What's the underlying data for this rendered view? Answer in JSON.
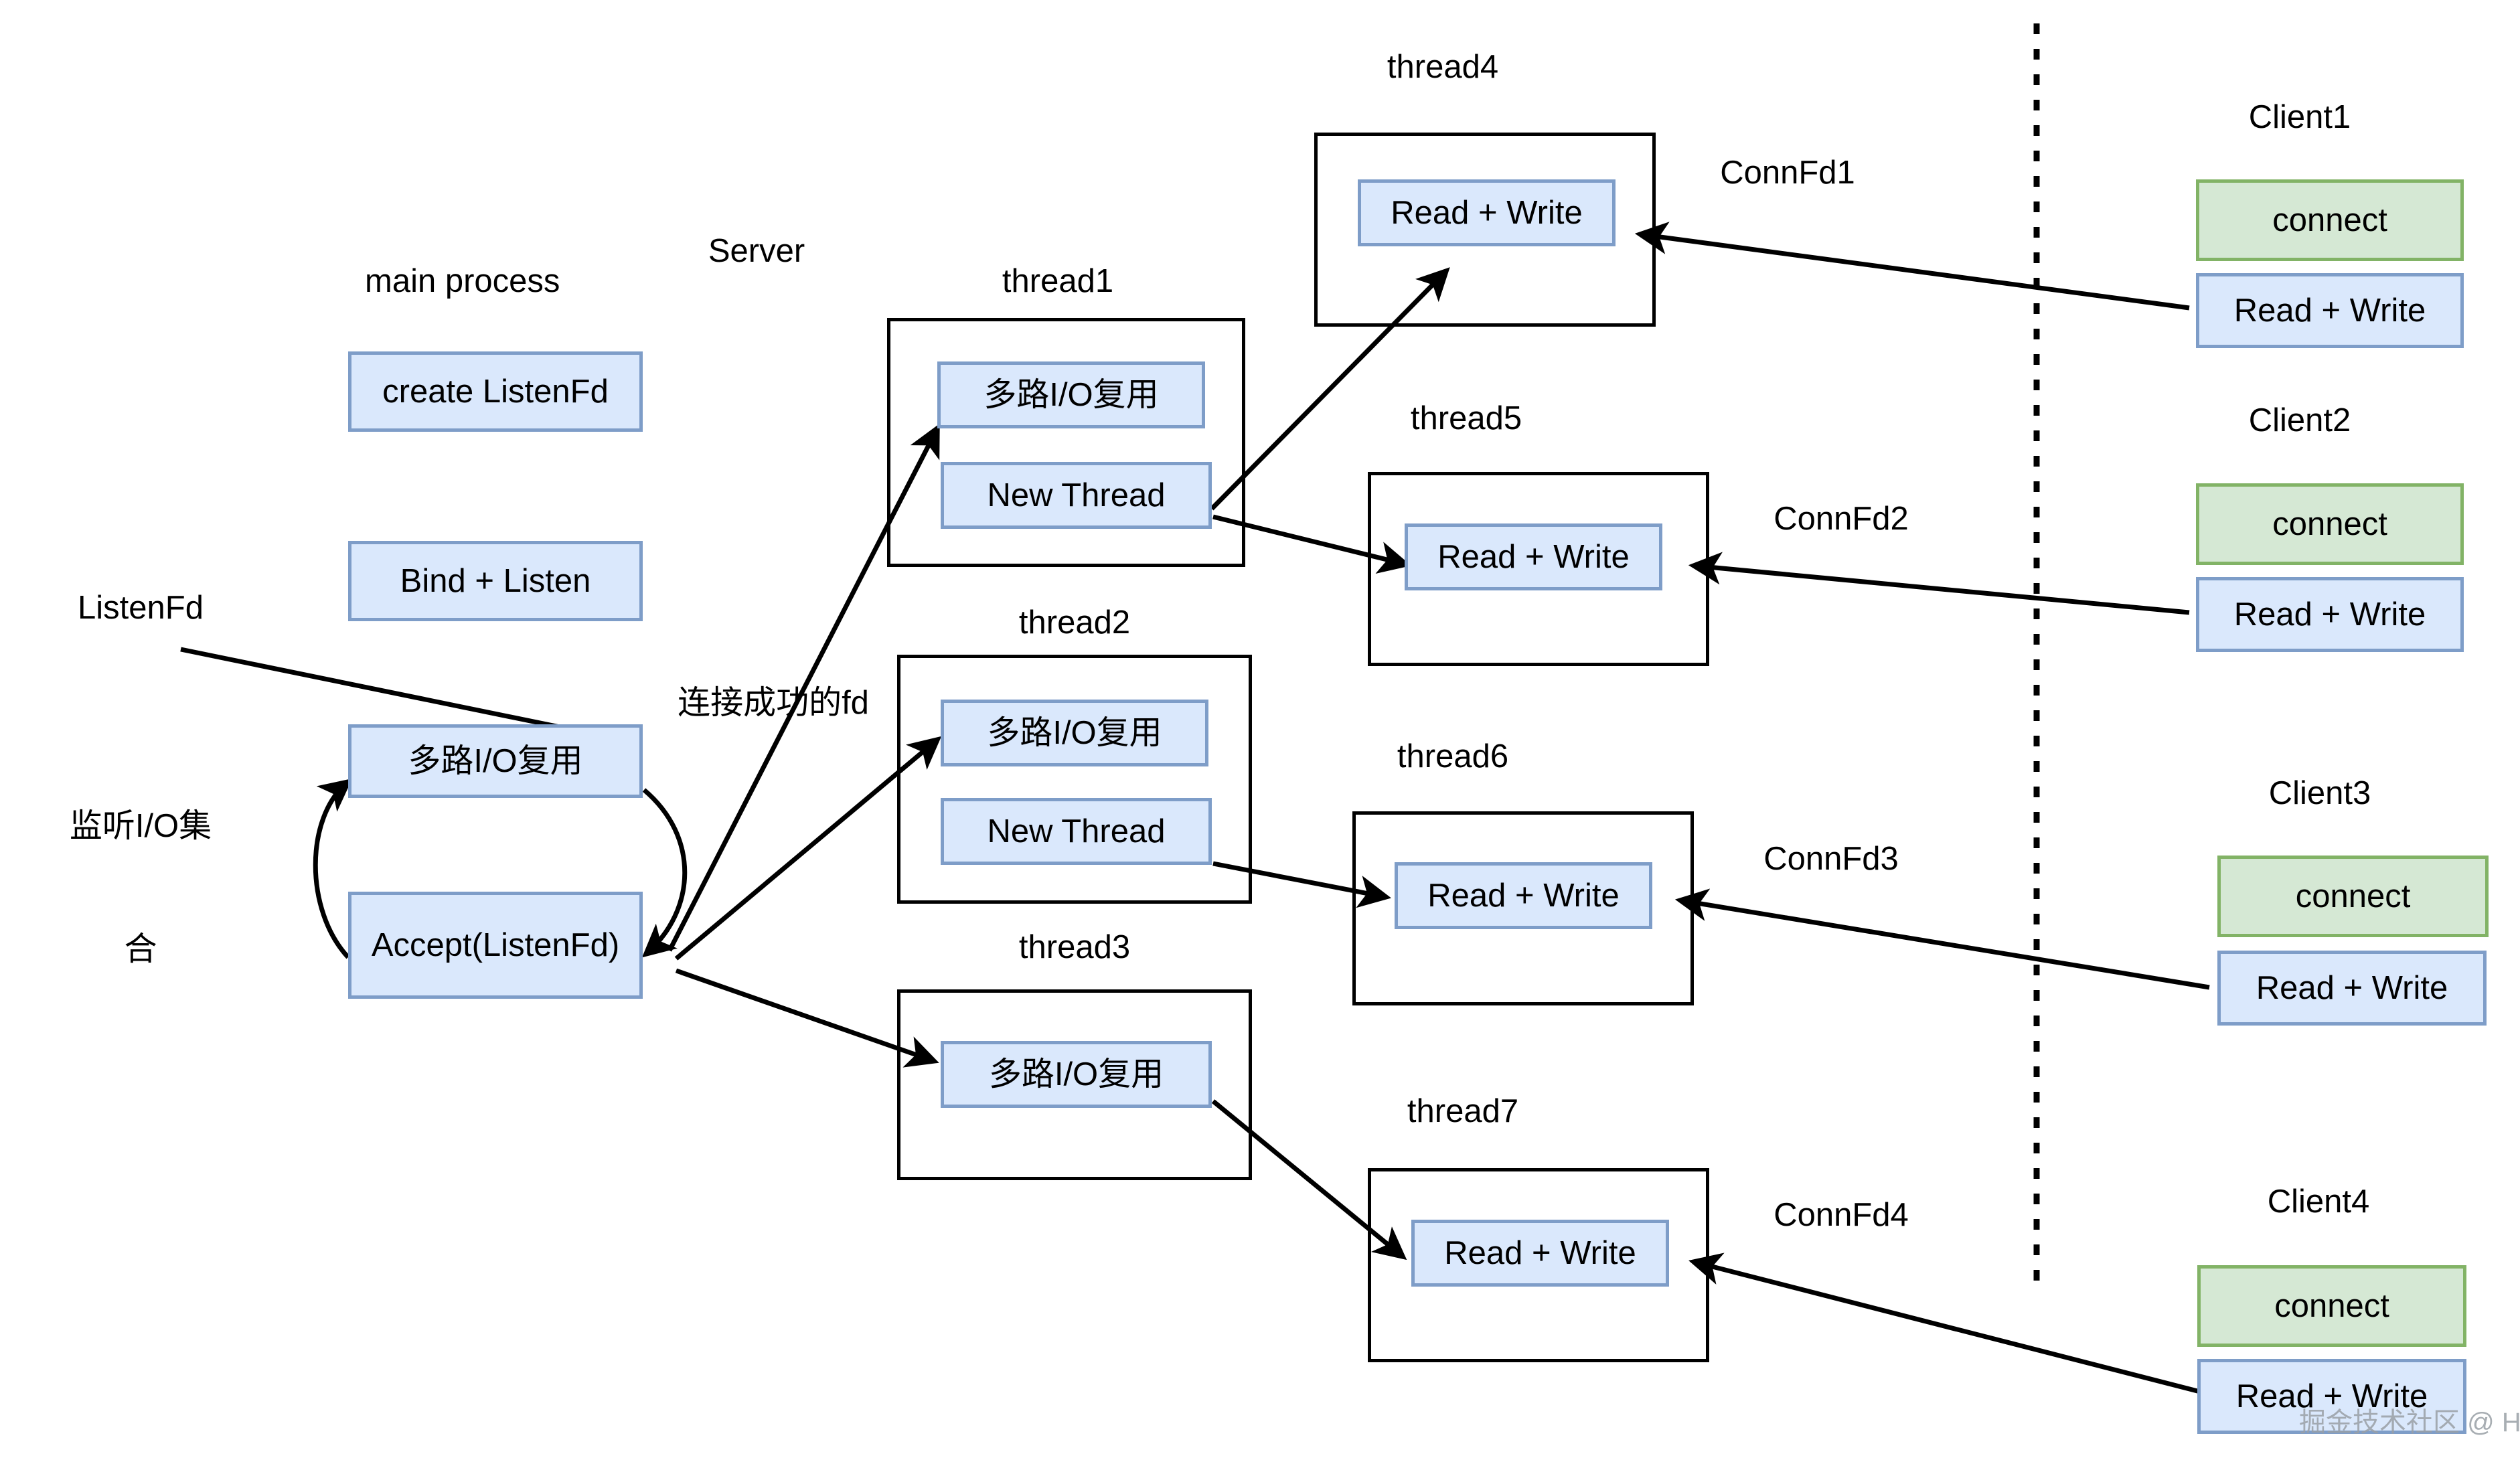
{
  "diagram": {
    "title_labels": {
      "main_process": "main process",
      "server": "Server",
      "listenfd_line1": "ListenFd",
      "listenfd_line2": "监听I/O集",
      "listenfd_line3": "合",
      "connected_fd": "连接成功的fd"
    },
    "main_process_boxes": [
      {
        "label": "create ListenFd"
      },
      {
        "label": "Bind + Listen"
      },
      {
        "label": "多路I/O复用"
      },
      {
        "label": "Accept(ListenFd)"
      }
    ],
    "server_threads": [
      {
        "name": "thread1",
        "boxes": [
          {
            "label": "多路I/O复用"
          },
          {
            "label": "New Thread"
          }
        ]
      },
      {
        "name": "thread2",
        "boxes": [
          {
            "label": "多路I/O复用"
          },
          {
            "label": "New Thread"
          }
        ]
      },
      {
        "name": "thread3",
        "boxes": [
          {
            "label": "多路I/O复用"
          }
        ]
      }
    ],
    "worker_threads": [
      {
        "name": "thread4",
        "box": {
          "label": "Read + Write"
        },
        "conn": "ConnFd1"
      },
      {
        "name": "thread5",
        "box": {
          "label": "Read + Write"
        },
        "conn": "ConnFd2"
      },
      {
        "name": "thread6",
        "box": {
          "label": "Read + Write"
        },
        "conn": "ConnFd3"
      },
      {
        "name": "thread7",
        "box": {
          "label": "Read + Write"
        },
        "conn": "ConnFd4"
      }
    ],
    "clients": [
      {
        "name": "Client1",
        "connect": "connect",
        "rw": "Read + Write"
      },
      {
        "name": "Client2",
        "connect": "connect",
        "rw": "Read + Write"
      },
      {
        "name": "Client3",
        "connect": "connect",
        "rw": "Read + Write"
      },
      {
        "name": "Client4",
        "connect": "connect",
        "rw": "Read + Write"
      }
    ],
    "watermark": "掘金技术社区 @ H_拾忆",
    "colors": {
      "box_blue_fill": "#dae8fc",
      "box_blue_stroke": "#7e9dc8",
      "box_green_fill": "#d5e8d4",
      "box_green_stroke": "#82b366",
      "group_stroke": "#000000",
      "edge_stroke": "#000000",
      "background": "#ffffff"
    }
  }
}
